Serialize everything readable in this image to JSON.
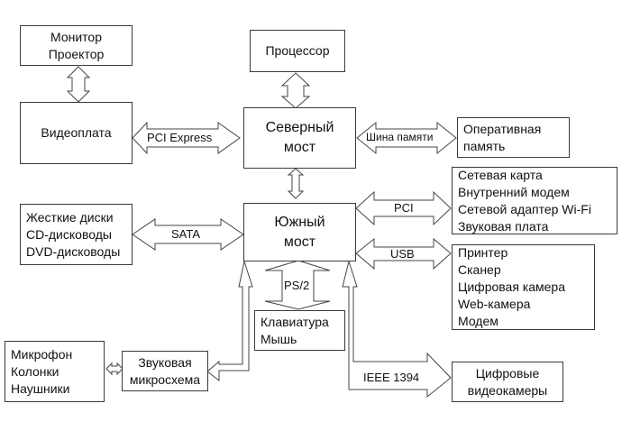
{
  "blocks": {
    "monitor": {
      "lines": [
        "Монитор",
        "Проектор"
      ]
    },
    "video_card": {
      "lines": [
        "Видеоплата"
      ]
    },
    "cpu": {
      "lines": [
        "Процессор"
      ]
    },
    "north_bridge": {
      "lines": [
        "Северный",
        "мост"
      ]
    },
    "ram": {
      "lines": [
        "Оперативная",
        "память"
      ]
    },
    "pci_devices": {
      "lines": [
        "Сетевая карта",
        "Внутренний модем",
        "Сетевой адаптер Wi-Fi",
        "Звуковая плата"
      ]
    },
    "storage": {
      "lines": [
        "Жесткие диски",
        "CD-дисководы",
        "DVD-дисководы"
      ]
    },
    "south_bridge": {
      "lines": [
        "Южный",
        "мост"
      ]
    },
    "usb_devices": {
      "lines": [
        "Принтер",
        "Сканер",
        "Цифровая камера",
        "Web-камера",
        "Модем"
      ]
    },
    "keyboard_mouse": {
      "lines": [
        "Клавиатура",
        "Мышь"
      ]
    },
    "audio_devices": {
      "lines": [
        "Микрофон",
        "Колонки",
        "Наушники"
      ]
    },
    "sound_chip": {
      "lines": [
        "Звуковая",
        "микросхема"
      ]
    },
    "video_cameras": {
      "lines": [
        "Цифровые",
        "видеокамеры"
      ]
    }
  },
  "buses": {
    "pci_express": "PCI Express",
    "memory_bus": "Шина памяти",
    "pci": "PCI",
    "usb": "USB",
    "sata": "SATA",
    "ps2": "PS/2",
    "ieee1394": "IEEE 1394"
  }
}
